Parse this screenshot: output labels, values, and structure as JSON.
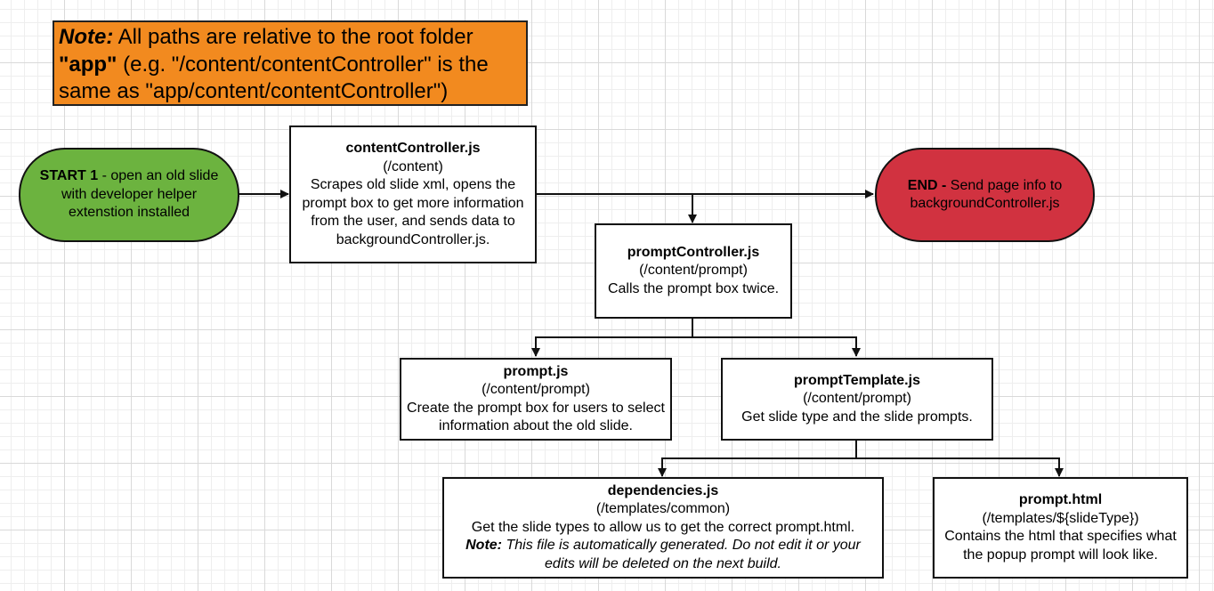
{
  "colors": {
    "note_fill": "#F28A1F",
    "start_fill": "#6CB33F",
    "end_fill": "#D13240",
    "box_fill": "#FFFFFF",
    "line": "#111111"
  },
  "note": {
    "label": "Note:",
    "text1": " All paths are relative to the root folder ",
    "bold": "\"app\"",
    "text2": " (e.g. \"/content/contentController\" is the same as \"app/content/contentController\")"
  },
  "start": {
    "label": "START 1",
    "text": " - open an old slide with developer helper extenstion installed"
  },
  "end": {
    "label": "END -",
    "text": " Send page info to backgroundController.js"
  },
  "content_controller": {
    "title": "contentController.js",
    "path": "(/content)",
    "description": "Scrapes old slide xml, opens the prompt box to get more information from the user, and sends data to backgroundController.js."
  },
  "prompt_controller": {
    "title": "promptController.js",
    "path": "(/content/prompt)",
    "description": "Calls the prompt box twice."
  },
  "prompt_js": {
    "title": "prompt.js",
    "path": "(/content/prompt)",
    "description": "Create the prompt box for users to select information about the old slide."
  },
  "prompt_template": {
    "title": "promptTemplate.js",
    "path": "(/content/prompt)",
    "description": "Get slide type and the slide prompts."
  },
  "dependencies": {
    "title": "dependencies.js",
    "path": "(/templates/common)",
    "description": "Get the slide types to allow us to get the correct prompt.html.",
    "note_label": "Note:",
    "note_text": " This file is automatically generated. Do not edit it or your edits will be deleted on the next build."
  },
  "prompt_html": {
    "title": "prompt.html",
    "path": "(/templates/${slideType})",
    "description": "Contains the html that specifies what the popup prompt will look like."
  }
}
